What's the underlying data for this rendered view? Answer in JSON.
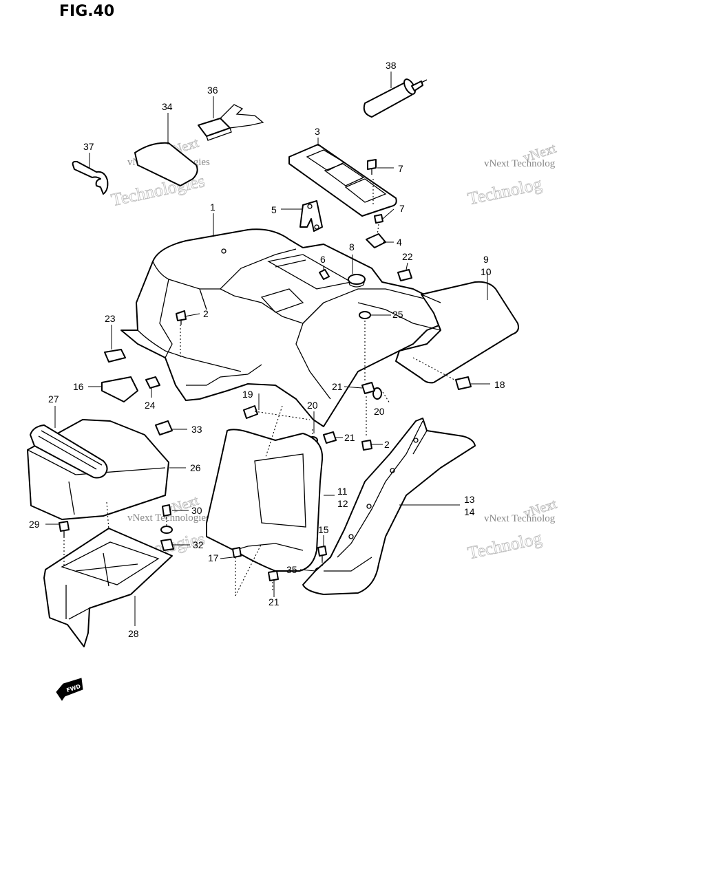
{
  "figure": {
    "title": "FIG.40"
  },
  "watermark": {
    "line1": "vNext Technologies",
    "line2": "Technologies",
    "line3": "vNext",
    "line4": "vNext Technolog",
    "line5": "Technolog"
  },
  "fwd_marker": "FWD",
  "part_labels": {
    "p1": "1",
    "p2a": "2",
    "p2b": "2",
    "p3": "3",
    "p4": "4",
    "p5": "5",
    "p6": "6",
    "p7a": "7",
    "p7b": "7",
    "p8": "8",
    "p9": "9",
    "p10": "10",
    "p11": "11",
    "p12": "12",
    "p13": "13",
    "p14": "14",
    "p15": "15",
    "p16": "16",
    "p17": "17",
    "p18": "18",
    "p19": "19",
    "p20a": "20",
    "p20b": "20",
    "p21a": "21",
    "p21b": "21",
    "p21c": "21",
    "p22": "22",
    "p23": "23",
    "p24": "24",
    "p25": "25",
    "p26": "26",
    "p27": "27",
    "p28": "28",
    "p29": "29",
    "p30": "30",
    "p32": "32",
    "p33": "33",
    "p34": "34",
    "p35": "35",
    "p36": "36",
    "p37": "37",
    "p38": "38"
  }
}
